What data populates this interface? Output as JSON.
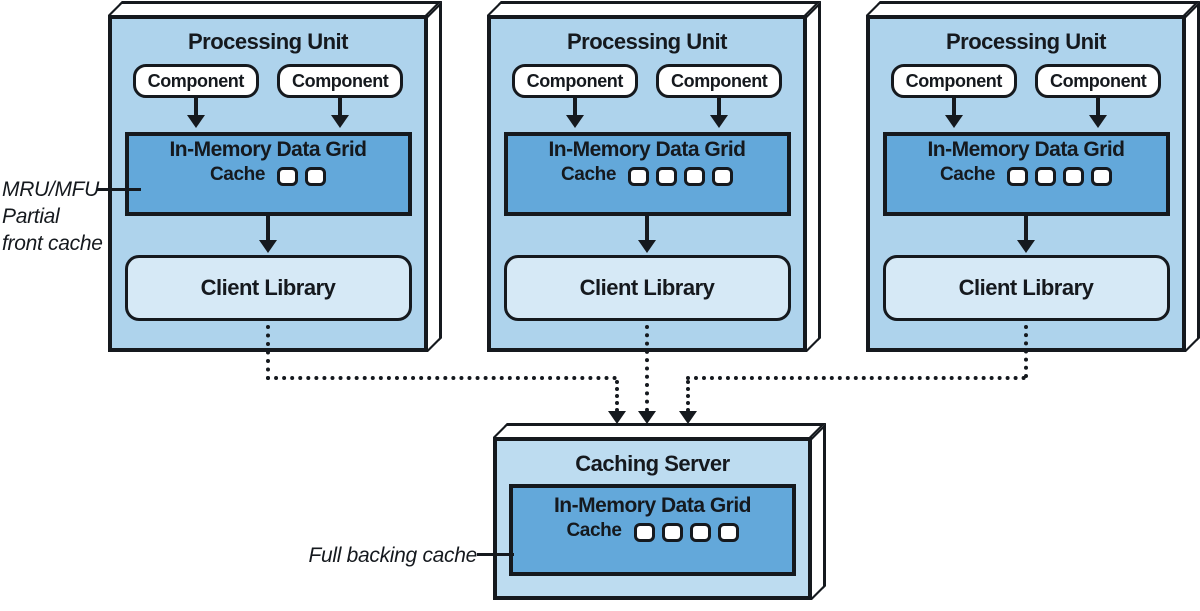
{
  "colors": {
    "unit_fill": "#aed3ec",
    "grid_fill": "#63a8da",
    "client_fill": "#d6e9f6",
    "server_fill": "#bddcf0",
    "outline": "#15191e",
    "face_fill": "#ffffff",
    "text": "#15191e"
  },
  "units": [
    {
      "title": "Processing Unit",
      "components": [
        {
          "label": "Component"
        },
        {
          "label": "Component"
        }
      ],
      "grid": {
        "title": "In-Memory Data Grid",
        "cache_label": "Cache",
        "cache_slots": 2
      },
      "client": {
        "label": "Client Library"
      }
    },
    {
      "title": "Processing Unit",
      "components": [
        {
          "label": "Component"
        },
        {
          "label": "Component"
        }
      ],
      "grid": {
        "title": "In-Memory Data Grid",
        "cache_label": "Cache",
        "cache_slots": 4
      },
      "client": {
        "label": "Client Library"
      }
    },
    {
      "title": "Processing Unit",
      "components": [
        {
          "label": "Component"
        },
        {
          "label": "Component"
        }
      ],
      "grid": {
        "title": "In-Memory Data Grid",
        "cache_label": "Cache",
        "cache_slots": 4
      },
      "client": {
        "label": "Client Library"
      }
    }
  ],
  "server": {
    "title": "Caching Server",
    "grid": {
      "title": "In-Memory Data Grid",
      "cache_label": "Cache",
      "cache_slots": 4
    }
  },
  "annotations": {
    "front_cache_line1": "MRU/MFU",
    "front_cache_line2": "Partial",
    "front_cache_line3": "front cache",
    "backing_cache": "Full backing cache"
  }
}
